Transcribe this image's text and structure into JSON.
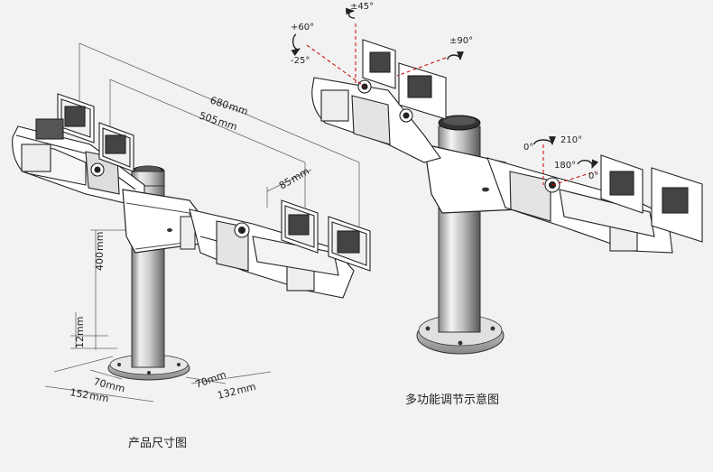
{
  "dimensions": {
    "len_680": "680",
    "len_505": "505",
    "len_85": "85",
    "len_400": "400",
    "len_12": "12",
    "base_70_left": "70",
    "base_152": "152",
    "base_70_right": "70",
    "base_132": "132",
    "unit": "mm"
  },
  "adjustments": {
    "tilt_up": "+60°",
    "tilt_down": "-25°",
    "swivel": "±45°",
    "rotate": "±90°",
    "arm_from": "0°",
    "arm_to": "210°",
    "arm2_from": "180°",
    "arm2_to": "0°"
  },
  "captions": {
    "left": "产品尺寸图",
    "right": "多功能调节示意图"
  },
  "colors": {
    "dim_line": "#555555",
    "guide_red": "#cc0000",
    "metal": "#ffffff",
    "stroke": "#222222"
  }
}
